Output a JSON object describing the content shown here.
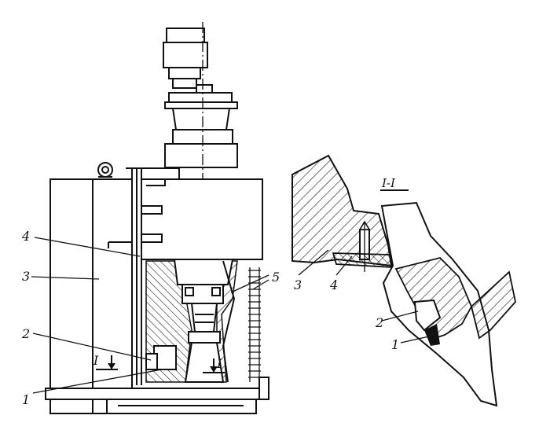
{
  "diagram": {
    "main_labels": {
      "l1": "1",
      "l2": "2",
      "l3": "3",
      "l4": "4",
      "l5": "5",
      "sec_left": "I",
      "sec_right": "I"
    },
    "section": {
      "title": "I-I",
      "l1": "1",
      "l2": "2",
      "l3": "3",
      "l4": "4"
    }
  }
}
